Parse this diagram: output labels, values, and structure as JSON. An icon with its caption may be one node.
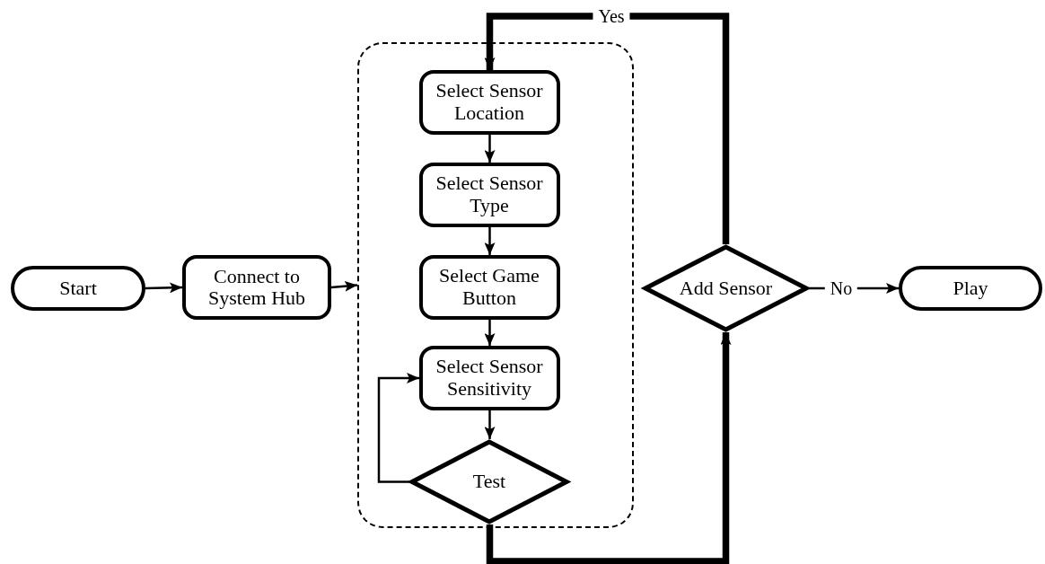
{
  "diagram": {
    "nodes": [
      {
        "text": [
          "Start"
        ]
      },
      {
        "text": [
          "Connect to System Hub"
        ]
      },
      {
        "text": [],
        "shape": "box"
      },
      {
        "text": [
          "Select Sensor Location"
        ],
        "in": 2
      },
      {
        "text": [
          "Select Sensor Type"
        ],
        "in": 2
      },
      {
        "text": [
          "Select Game Button"
        ],
        "in": 2
      },
      {
        "text": [
          "Select Sensor Sensitivity"
        ],
        "in": 2
      },
      {
        "text": [
          "Test"
        ],
        "in": 2
      },
      {
        "text": [
          "Add Sensor"
        ]
      },
      {
        "text": [
          "Play"
        ]
      }
    ],
    "edges": [
      {
        "from": 0,
        "to": 1,
        "arrow": "to"
      },
      {
        "from": 1,
        "to": 2,
        "arrow": "to"
      },
      {
        "from": 8,
        "to": 3,
        "arrow": "to",
        "label": "Yes",
        "style": "thick"
      },
      {
        "from": 3,
        "to": 4,
        "arrow": "to"
      },
      {
        "from": 4,
        "to": 5,
        "arrow": "to"
      },
      {
        "from": 5,
        "to": 6,
        "arrow": "to"
      },
      {
        "from": 6,
        "to": 7,
        "arrow": "to"
      },
      {
        "from": 7,
        "to": 6,
        "arrow": "to"
      },
      {
        "from": 7,
        "to": 8,
        "arrow": "to",
        "style": "thick"
      },
      {
        "from": 8,
        "to": 9,
        "arrow": "to",
        "label": "No"
      }
    ]
  }
}
